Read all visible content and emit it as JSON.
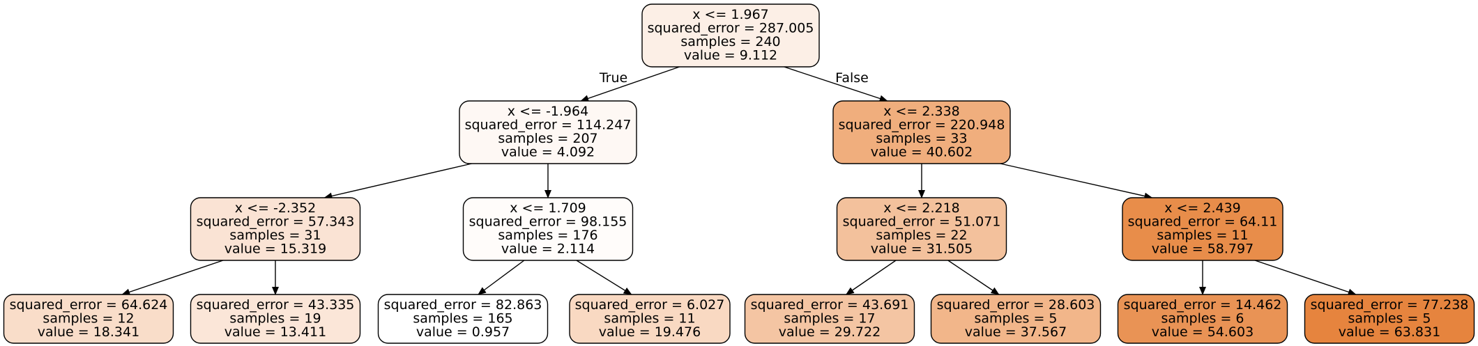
{
  "edge_labels": {
    "true_label": "True",
    "false_label": "False"
  },
  "nodes": [
    {
      "id": "root",
      "lines": [
        "x <= 1.967",
        "squared_error = 287.005",
        "samples = 240",
        "value = 9.112"
      ],
      "fill": "#fcefe6"
    },
    {
      "id": "n1",
      "lines": [
        "x <= -1.964",
        "squared_error = 114.247",
        "samples = 207",
        "value = 4.092"
      ],
      "fill": "#fef8f4"
    },
    {
      "id": "n2",
      "lines": [
        "x <= 2.338",
        "squared_error = 220.948",
        "samples = 33",
        "value = 40.602"
      ],
      "fill": "#f0ae7d"
    },
    {
      "id": "n3",
      "lines": [
        "x <= -2.352",
        "squared_error = 57.343",
        "samples = 31",
        "value = 15.319"
      ],
      "fill": "#fae3d4"
    },
    {
      "id": "n4",
      "lines": [
        "x <= 1.709",
        "squared_error = 98.155",
        "samples = 176",
        "value = 2.114"
      ],
      "fill": "#fffcfa"
    },
    {
      "id": "n5",
      "lines": [
        "x <= 2.218",
        "squared_error = 51.071",
        "samples = 22",
        "value = 31.505"
      ],
      "fill": "#f3c19c"
    },
    {
      "id": "n6",
      "lines": [
        "x <= 2.439",
        "squared_error = 64.11",
        "samples = 11",
        "value = 58.797"
      ],
      "fill": "#e88d4a"
    },
    {
      "id": "n7",
      "lines": [
        "squared_error = 64.624",
        "samples = 12",
        "value = 18.341"
      ],
      "fill": "#f9ddc9"
    },
    {
      "id": "n8",
      "lines": [
        "squared_error = 43.335",
        "samples = 19",
        "value = 13.411"
      ],
      "fill": "#fbe6d8"
    },
    {
      "id": "n9",
      "lines": [
        "squared_error = 82.863",
        "samples = 165",
        "value = 0.957"
      ],
      "fill": "#ffffff"
    },
    {
      "id": "n10",
      "lines": [
        "squared_error = 6.027",
        "samples = 11",
        "value = 19.476"
      ],
      "fill": "#f9d9c2"
    },
    {
      "id": "n11",
      "lines": [
        "squared_error = 43.691",
        "samples = 17",
        "value = 29.722"
      ],
      "fill": "#f4c5a3"
    },
    {
      "id": "n12",
      "lines": [
        "squared_error = 28.603",
        "samples = 5",
        "value = 37.567"
      ],
      "fill": "#f2b68a"
    },
    {
      "id": "n13",
      "lines": [
        "squared_error = 14.462",
        "samples = 6",
        "value = 54.603"
      ],
      "fill": "#e99355"
    },
    {
      "id": "n14",
      "lines": [
        "squared_error = 77.238",
        "samples = 5",
        "value = 63.831"
      ],
      "fill": "#e6843e"
    }
  ]
}
